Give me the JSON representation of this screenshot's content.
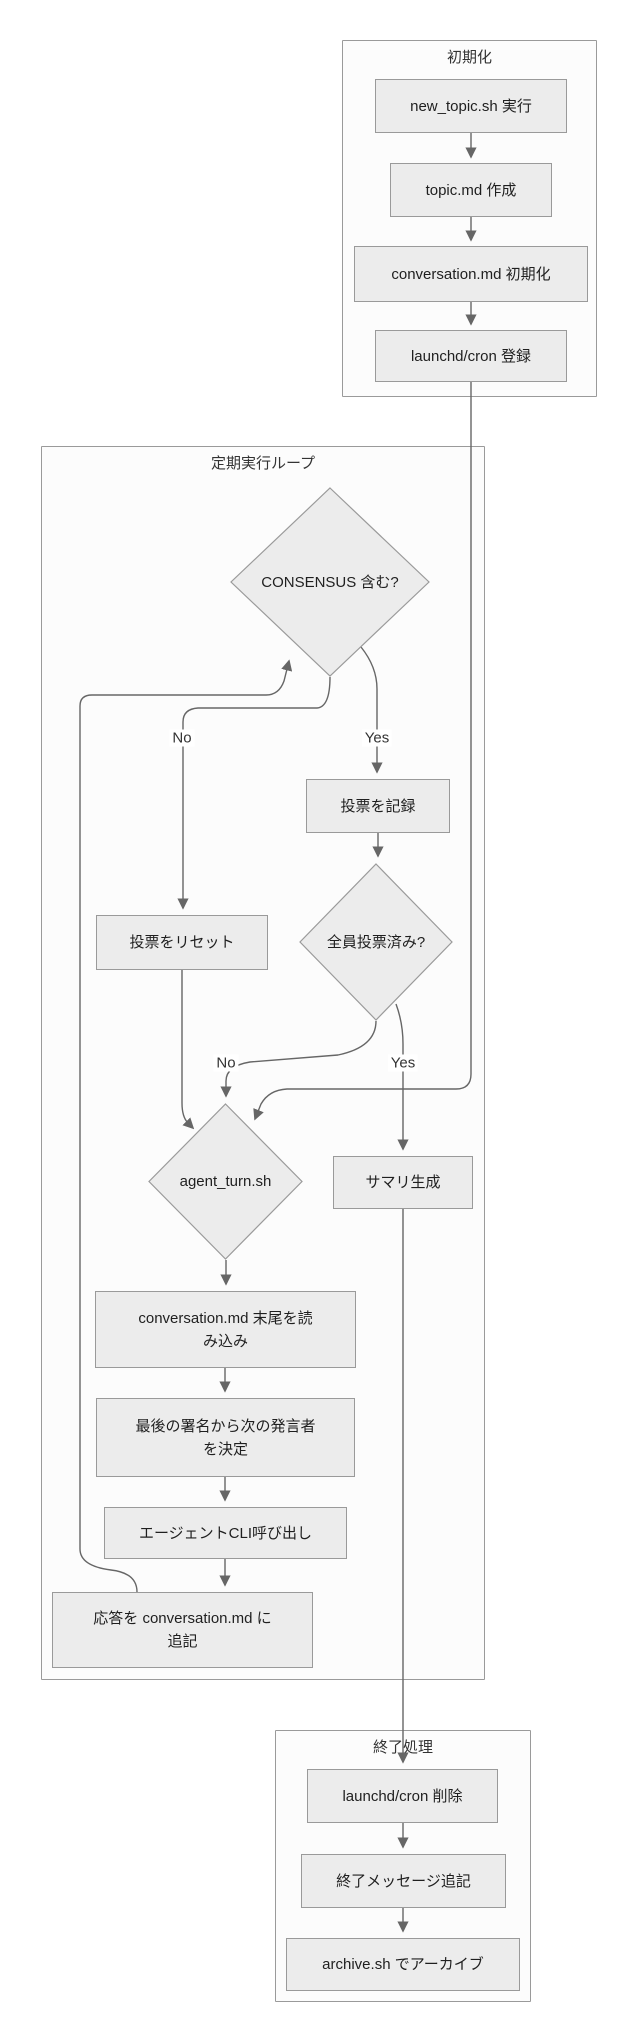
{
  "diagram": {
    "type": "flowchart",
    "subgraphs": {
      "init": {
        "title": "初期化"
      },
      "loop": {
        "title": "定期実行ループ"
      },
      "shutdown": {
        "title": "終了処理"
      }
    },
    "nodes": {
      "run_new_topic": {
        "label": "new_topic.sh 実行",
        "shape": "rect"
      },
      "create_topic_md": {
        "label": "topic.md 作成",
        "shape": "rect"
      },
      "init_conversation_md": {
        "label": "conversation.md 初期化",
        "shape": "rect"
      },
      "register_launchd": {
        "label": "launchd/cron 登録",
        "shape": "rect"
      },
      "consensus_check": {
        "label": "CONSENSUS 含む?",
        "shape": "diamond"
      },
      "record_vote": {
        "label": "投票を記録",
        "shape": "rect"
      },
      "all_voted_check": {
        "label": "全員投票済み?",
        "shape": "diamond"
      },
      "reset_votes": {
        "label": "投票をリセット",
        "shape": "rect"
      },
      "agent_turn": {
        "label": "agent_turn.sh",
        "shape": "diamond"
      },
      "generate_summary": {
        "label": "サマリ生成",
        "shape": "rect"
      },
      "read_tail": {
        "label": "conversation.md 末尾を読\nみ込み",
        "shape": "rect"
      },
      "decide_speaker": {
        "label": "最後の署名から次の発言者\nを決定",
        "shape": "rect"
      },
      "call_agent_cli": {
        "label": "エージェントCLI呼び出し",
        "shape": "rect"
      },
      "append_response": {
        "label": "応答を conversation.md に\n追記",
        "shape": "rect"
      },
      "remove_launchd": {
        "label": "launchd/cron 削除",
        "shape": "rect"
      },
      "append_end_message": {
        "label": "終了メッセージ追記",
        "shape": "rect"
      },
      "archive": {
        "label": "archive.sh でアーカイブ",
        "shape": "rect"
      }
    },
    "edge_labels": {
      "consensus_no": "No",
      "consensus_yes": "Yes",
      "all_voted_no": "No",
      "all_voted_yes": "Yes"
    },
    "colors": {
      "node_fill": "#ececec",
      "node_border": "#9a9a9a",
      "edge": "#666666",
      "subgraph_border": "#9a9a9a",
      "text": "#333333"
    }
  }
}
